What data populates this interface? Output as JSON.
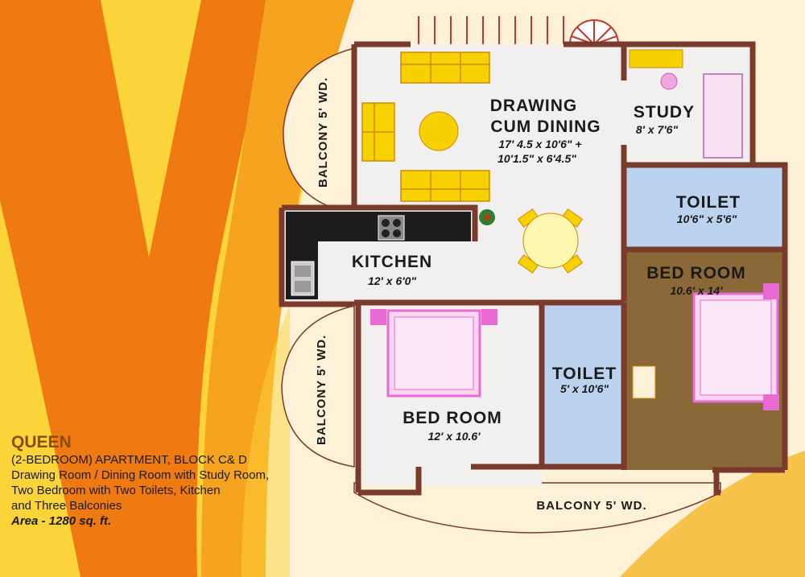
{
  "rooms": {
    "drawing": {
      "name_line1": "DRAWING",
      "name_line2": "CUM DINING",
      "dim_line1": "17' 4.5 x 10'6\" +",
      "dim_line2": "10'1.5\" x 6'4.5\""
    },
    "study": {
      "name": "STUDY",
      "dim": "8' x 7'6\""
    },
    "toilet1": {
      "name": "TOILET",
      "dim": "10'6\" x 5'6\""
    },
    "kitchen": {
      "name": "KITCHEN",
      "dim": "12' x 6'0\""
    },
    "master_bed": {
      "name": "BED ROOM",
      "dim": "10.6' x 14'"
    },
    "toilet2": {
      "name": "TOILET",
      "dim": "5' x 10'6\""
    },
    "bed2": {
      "name": "BED ROOM",
      "dim": "12' x 10.6'"
    }
  },
  "balconies": {
    "top_left": "BALCONY 5' WD.",
    "mid_left": "BALCONY 5' WD.",
    "bottom": "BALCONY 5' WD."
  },
  "info": {
    "title": "QUEEN",
    "lines": [
      "(2-BEDROOM) APARTMENT, BLOCK C& D",
      "Drawing Room / Dining Room with Study Room,",
      "Two Bedroom with Two Toilets, Kitchen",
      "and Three Balconies"
    ],
    "area": "Area - 1280 sq. ft."
  },
  "colors": {
    "background": "#fbd43a",
    "orange_v": "#f07a12",
    "wall": "#7a3b2c",
    "floor": "#f2f0ee",
    "toilet_floor": "#bcd3ef",
    "master_floor": "#8a6838",
    "sofa": "#f7d200",
    "bed": "#e86ad2"
  }
}
